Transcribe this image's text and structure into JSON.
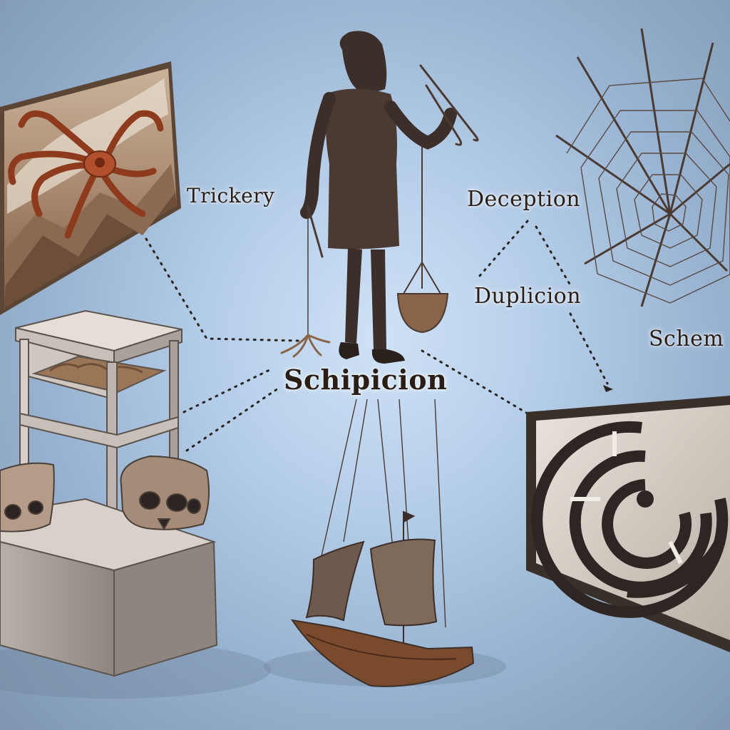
{
  "labels": {
    "trickery": "Trickery",
    "deception": "Deception",
    "duplicion": "Duplicion",
    "schem": "Schem",
    "schipicion": "Schipicion"
  },
  "colors": {
    "background": "#b4cde8",
    "ink": "#2a1e16",
    "spider": "#b0502c",
    "silhouette": "#4a3a32"
  },
  "icons": [
    "spider-icon",
    "spider-web-icon",
    "maze-icon",
    "skull-icon",
    "sailboat-icon",
    "woman-silhouette-icon"
  ]
}
